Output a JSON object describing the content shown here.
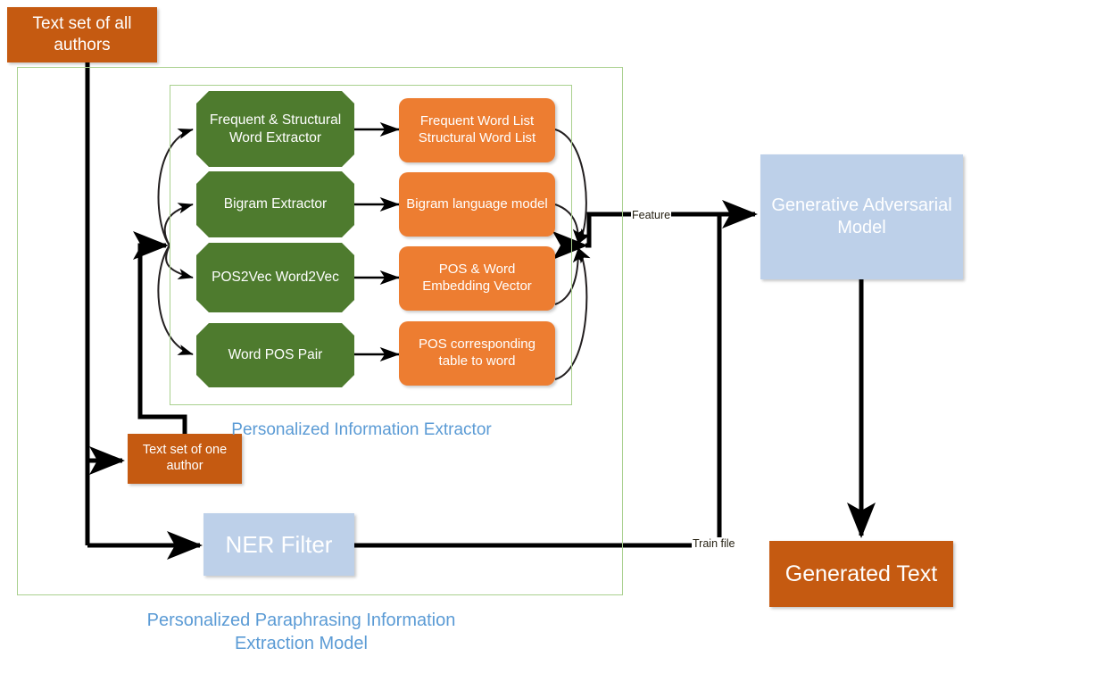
{
  "diagram": {
    "title": "Personalized Paraphrasing Information Extraction Model",
    "colors": {
      "dark_orange": "#C55A11",
      "orange": "#ED7D31",
      "green": "#4E7B2E",
      "light_blue": "#BDD0E9",
      "frame_green": "#A9D08E",
      "caption_blue": "#5B9BD5",
      "arrow_black": "#000000"
    }
  },
  "nodes": {
    "text_set_all_authors": "Text set of all authors",
    "text_set_one_author": "Text set of one author",
    "ner_filter": "NER Filter",
    "generative_adversarial_model": "Generative Adversarial Model",
    "generated_text": "Generated Text"
  },
  "extractors": [
    {
      "label": "Frequent & Structural Word Extractor"
    },
    {
      "label": "Bigram Extractor"
    },
    {
      "label": "POS2Vec Word2Vec"
    },
    {
      "label": "Word POS Pair"
    }
  ],
  "outputs": [
    {
      "label": "Frequent Word List Structural Word List"
    },
    {
      "label": "Bigram language model"
    },
    {
      "label": "POS & Word Embedding Vector"
    },
    {
      "label": "POS corresponding table to word"
    }
  ],
  "captions": {
    "inner_group": "Personalized Information Extractor",
    "outer_group": "Personalized Paraphrasing Information Extraction Model"
  },
  "edge_labels": {
    "feature": "Feature",
    "train_file": "Train file"
  }
}
